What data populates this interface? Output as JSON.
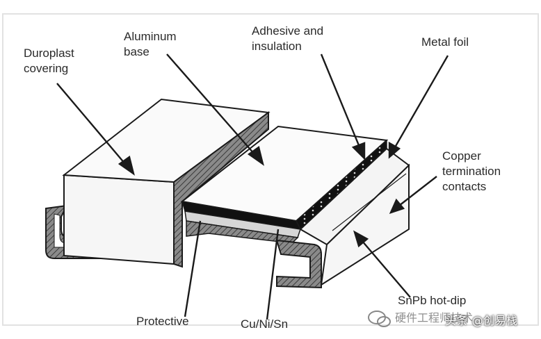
{
  "labels": {
    "duroplast": [
      "Duroplast",
      "covering"
    ],
    "aluminum": [
      "Aluminum",
      "base"
    ],
    "adhesive": [
      "Adhesive and",
      "insulation"
    ],
    "metal_foil": [
      "Metal foil"
    ],
    "copper": [
      "Copper",
      "termination",
      "contacts"
    ],
    "snpb": [
      "SnPb hot-dip"
    ],
    "protective": [
      "Protective"
    ],
    "cuni": [
      "Cu/Ni/Sn"
    ]
  },
  "watermark": {
    "handle": "头条 @创易栈",
    "ghost_text": "硬件工程师技术"
  },
  "colors": {
    "line": "#1a1a1a",
    "body_fill": "#f6f6f6",
    "hatch": "#4a4a4a",
    "text": "#2a2a2a"
  }
}
